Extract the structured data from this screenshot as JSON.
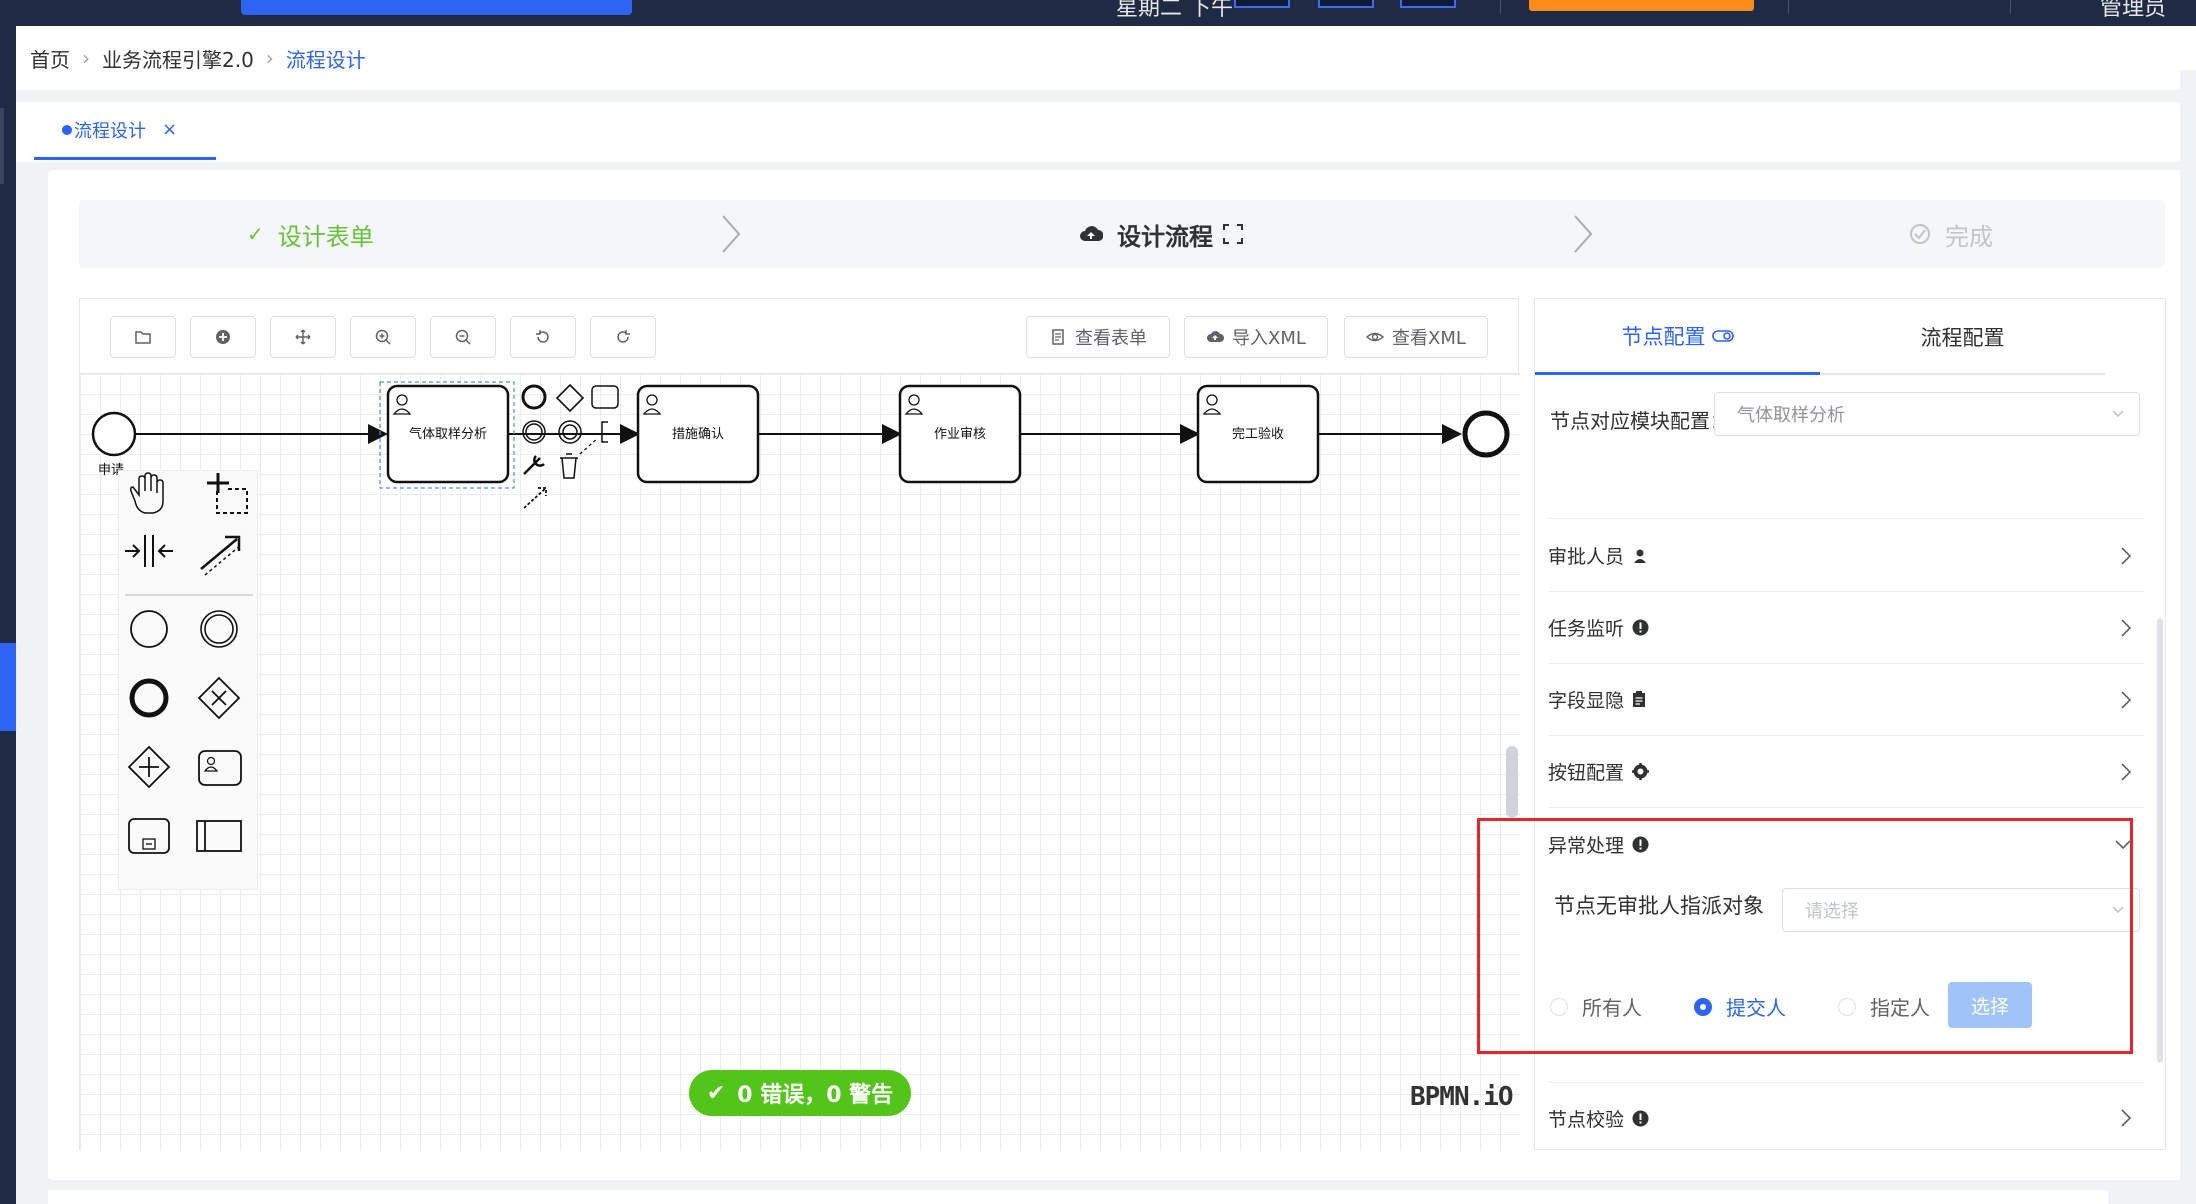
{
  "topbar": {
    "text_left": "星期二 下午",
    "text_right": "管理员"
  },
  "breadcrumb": {
    "items": [
      "首页",
      "业务流程引擎2.0",
      "流程设计"
    ]
  },
  "tabs": [
    {
      "label": "流程设计",
      "close": "×"
    }
  ],
  "steps": {
    "done": {
      "label": "设计表单",
      "icon": "check-icon"
    },
    "current": {
      "label": "设计流程",
      "icon": "cloud-upload-icon",
      "extra_icon": "fullscreen-icon"
    },
    "pending": {
      "label": "完成",
      "icon": "circle-check-icon"
    }
  },
  "toolbar": {
    "icon_buttons": [
      "folder-open-icon",
      "plus-circle-icon",
      "move-icon",
      "zoom-in-icon",
      "zoom-out-icon",
      "undo-icon",
      "redo-icon"
    ],
    "view_form": "查看表单",
    "import_xml": "导入XML",
    "view_xml": "查看XML"
  },
  "diagram": {
    "start_label": "申请",
    "tasks": [
      "气体取样分析",
      "措施确认",
      "作业审核",
      "完工验收"
    ]
  },
  "status": {
    "text": "0 错误，0 警告"
  },
  "bpmn_logo": "BPMN.iO",
  "panel": {
    "tabs": [
      "节点配置",
      "流程配置"
    ],
    "module_label": "节点对应模块配置：",
    "module_value": "气体取样分析",
    "rows": [
      {
        "label": "审批人员",
        "icon": "user-icon"
      },
      {
        "label": "任务监听",
        "icon": "alert-icon"
      },
      {
        "label": "字段显隐",
        "icon": "clipboard-icon"
      },
      {
        "label": "按钮配置",
        "icon": "settings-icon"
      }
    ],
    "exception": {
      "label": "异常处理",
      "field_label": "节点无审批人指派对象",
      "placeholder": "请选择",
      "options": [
        "所有人",
        "提交人",
        "指定人"
      ],
      "selected": "提交人",
      "choose_button": "选择"
    },
    "validate_row": "节点校验"
  },
  "colors": {
    "primary": "#2d64f3",
    "success": "#52c41a",
    "highlight_border": "#e8262a"
  }
}
